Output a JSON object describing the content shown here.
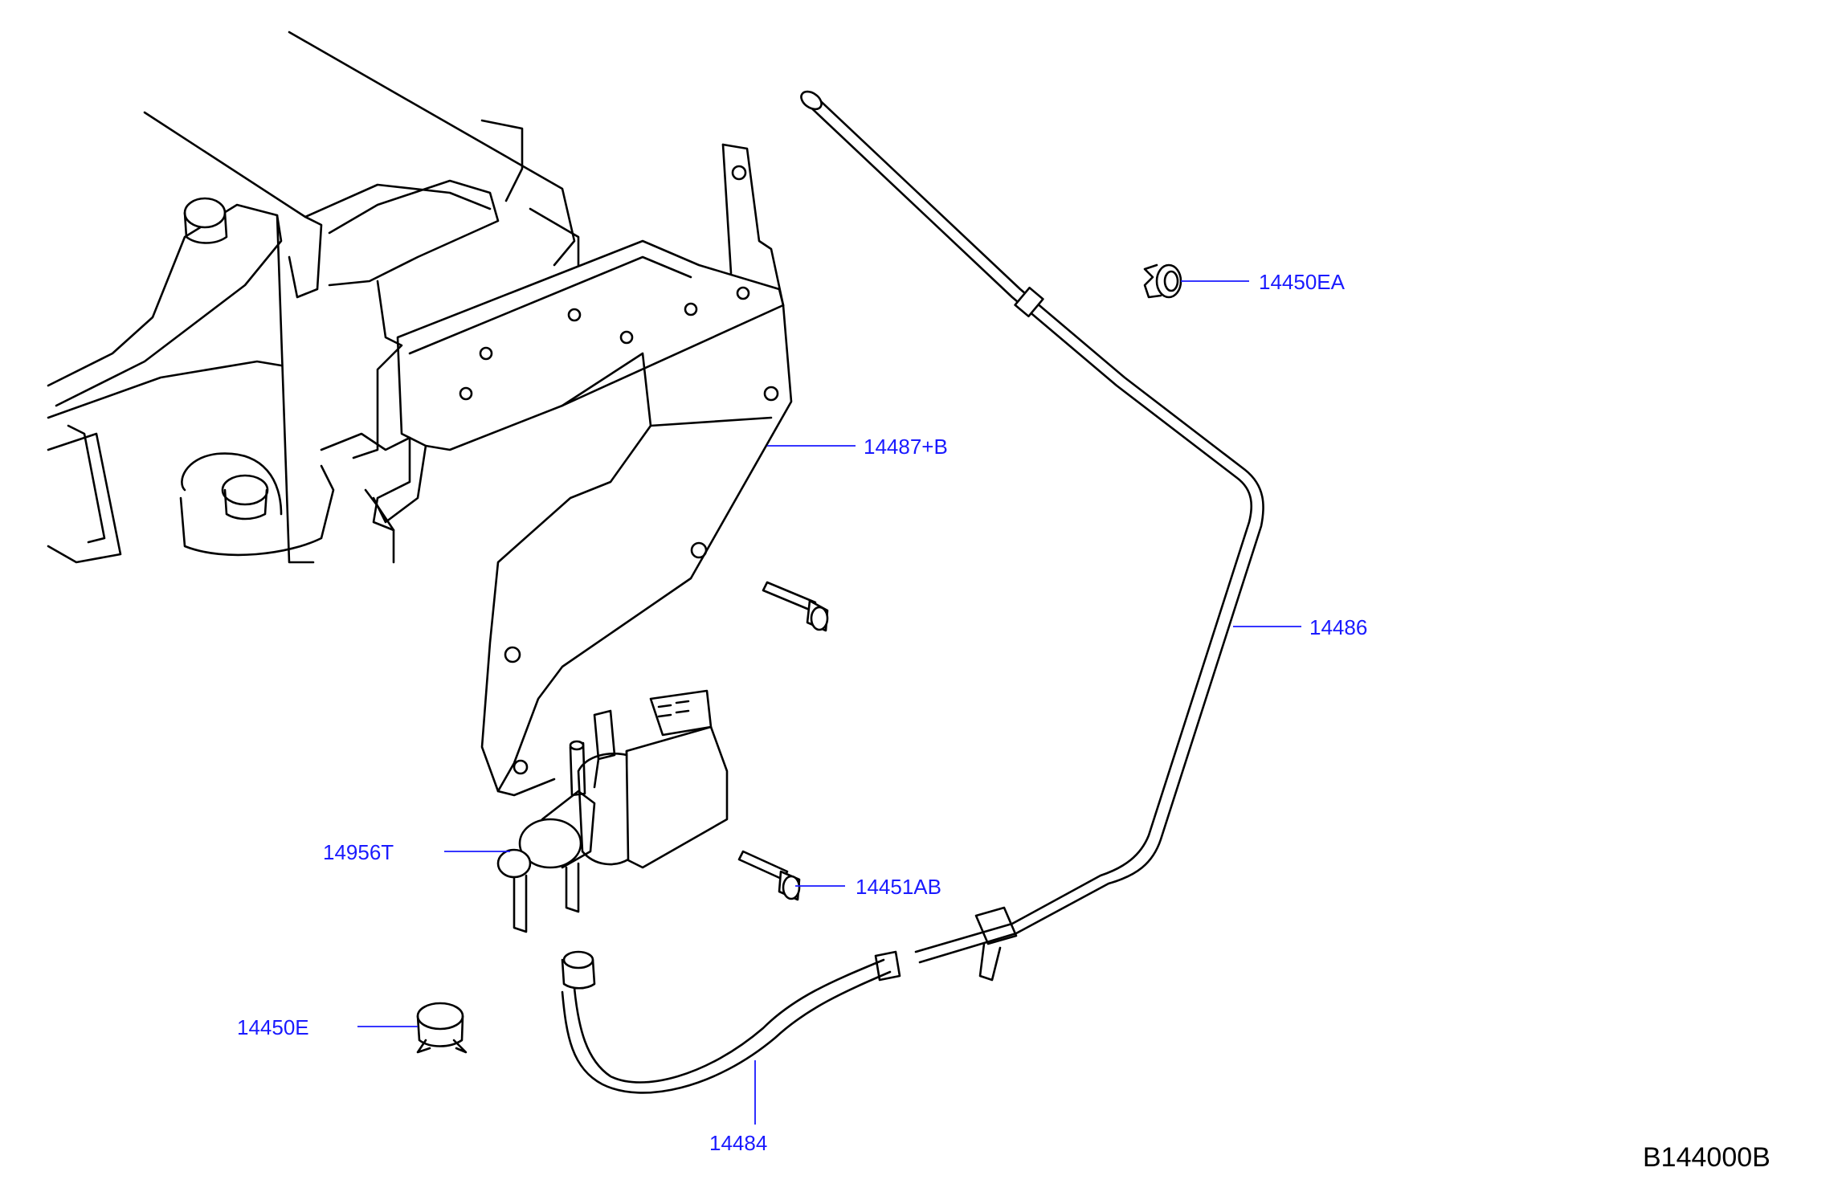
{
  "diagram": {
    "code": "B144000B",
    "callouts": [
      {
        "id": "14450EA",
        "label": "14450EA"
      },
      {
        "id": "14487+B",
        "label": "14487+B"
      },
      {
        "id": "14486",
        "label": "14486"
      },
      {
        "id": "14956T",
        "label": "14956T"
      },
      {
        "id": "14451AB",
        "label": "14451AB"
      },
      {
        "id": "14450E",
        "label": "14450E"
      },
      {
        "id": "14484",
        "label": "14484"
      }
    ]
  },
  "colors": {
    "callout": "#1a1aff",
    "line": "#000000",
    "background": "#ffffff"
  }
}
